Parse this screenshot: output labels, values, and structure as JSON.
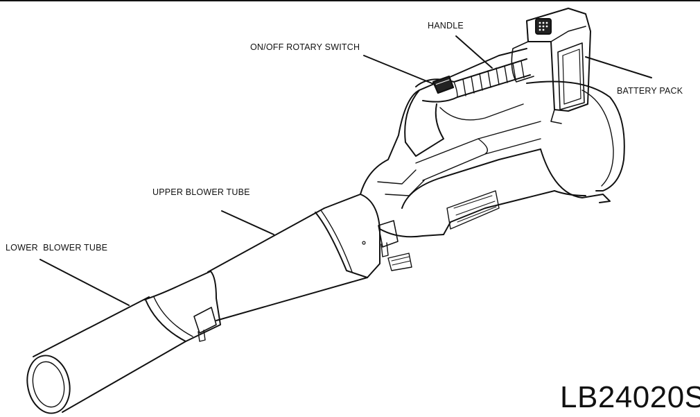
{
  "diagram": {
    "labels": {
      "handle": "HANDLE",
      "switch": "ON/OFF ROTARY SWITCH",
      "battery": "BATTERY PACK",
      "upper_tube": "UPPER BLOWER TUBE",
      "lower_tube": "LOWER  BLOWER TUBE"
    },
    "model": "LB24020S",
    "colors": {
      "line": "#111111",
      "background": "#ffffff"
    }
  }
}
